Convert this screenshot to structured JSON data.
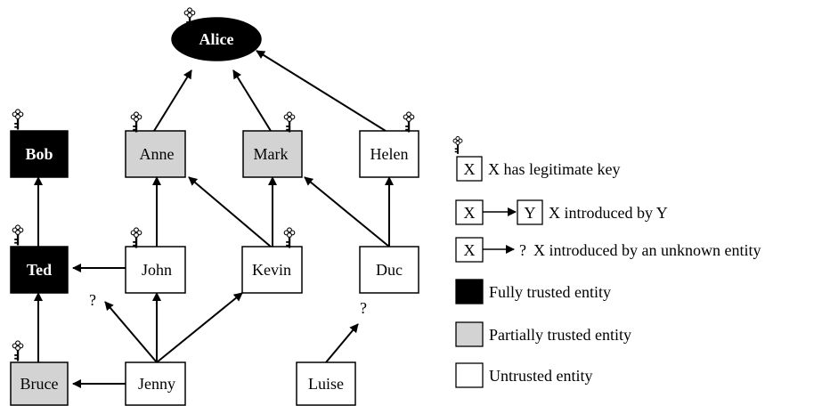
{
  "diagram": {
    "nodes": {
      "alice": {
        "label": "Alice",
        "trust": "full",
        "has_key": true
      },
      "bob": {
        "label": "Bob",
        "trust": "full",
        "has_key": true
      },
      "ted": {
        "label": "Ted",
        "trust": "full",
        "has_key": true
      },
      "bruce": {
        "label": "Bruce",
        "trust": "partial",
        "has_key": true
      },
      "anne": {
        "label": "Anne",
        "trust": "partial",
        "has_key": true
      },
      "mark": {
        "label": "Mark",
        "trust": "partial",
        "has_key": true
      },
      "helen": {
        "label": "Helen",
        "trust": "untrusted",
        "has_key": true
      },
      "john": {
        "label": "John",
        "trust": "untrusted",
        "has_key": true
      },
      "kevin": {
        "label": "Kevin",
        "trust": "untrusted",
        "has_key": true
      },
      "duc": {
        "label": "Duc",
        "trust": "untrusted",
        "has_key": false
      },
      "jenny": {
        "label": "Jenny",
        "trust": "untrusted",
        "has_key": false
      },
      "luise": {
        "label": "Luise",
        "trust": "untrusted",
        "has_key": false
      }
    },
    "unknown_marker": "?"
  },
  "legend": {
    "legitimate_key": {
      "box": "X",
      "label": "X has legitimate key"
    },
    "introduced_by": {
      "box_from": "X",
      "box_to": "Y",
      "label": "X introduced by Y"
    },
    "unknown_introducer": {
      "box": "X",
      "marker": "?",
      "label": "X introduced by an unknown entity"
    },
    "fully_trusted": {
      "label": "Fully trusted entity"
    },
    "partially_trusted": {
      "label": "Partially trusted entity"
    },
    "untrusted": {
      "label": "Untrusted entity"
    }
  },
  "colors": {
    "full": "#000000",
    "partial": "#d3d3d3",
    "untrusted": "#ffffff",
    "stroke": "#000000"
  }
}
